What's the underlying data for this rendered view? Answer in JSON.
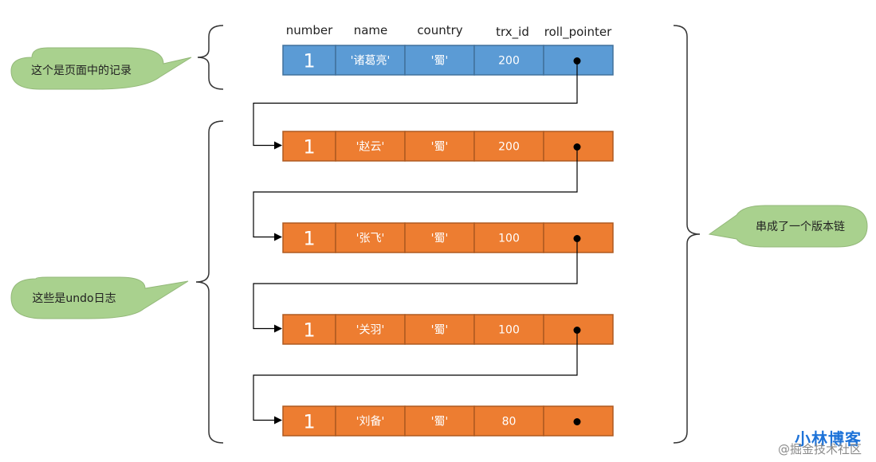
{
  "headers": [
    "number",
    "name",
    "country",
    "trx_id",
    "roll_pointer"
  ],
  "records": [
    {
      "number": "1",
      "name": "'诸葛亮'",
      "country": "'蜀'",
      "trx_id": "200",
      "kind": "page"
    },
    {
      "number": "1",
      "name": "'赵云'",
      "country": "'蜀'",
      "trx_id": "200",
      "kind": "undo"
    },
    {
      "number": "1",
      "name": "'张飞'",
      "country": "'蜀'",
      "trx_id": "100",
      "kind": "undo"
    },
    {
      "number": "1",
      "name": "'关羽'",
      "country": "'蜀'",
      "trx_id": "100",
      "kind": "undo"
    },
    {
      "number": "1",
      "name": "'刘备'",
      "country": "'蜀'",
      "trx_id": "80",
      "kind": "undo"
    }
  ],
  "callouts": {
    "page_record": "这个是页面中的记录",
    "undo_logs": "这些是undo日志",
    "version_chain": "串成了一个版本链"
  },
  "colors": {
    "page_fill": "#5b9bd5",
    "page_stroke": "#41719c",
    "undo_fill": "#ed7d31",
    "undo_stroke": "#ae5a21",
    "callout_fill": "#a9d18e",
    "callout_stroke": "#93b879"
  },
  "watermark": {
    "main": "小林博客",
    "sub": "@掘金技术社区"
  }
}
